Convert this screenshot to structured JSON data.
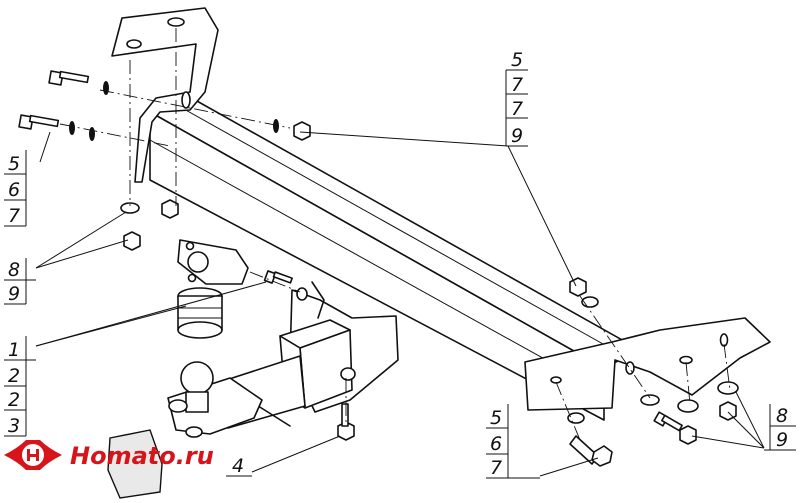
{
  "callouts": {
    "top_right": [
      "5",
      "7",
      "7",
      "9"
    ],
    "top_left": [
      "5",
      "6",
      "7"
    ],
    "mid_left": [
      "8",
      "9"
    ],
    "ball_group": [
      "1",
      "2",
      "2",
      "3"
    ],
    "bolt_bottom": [
      "4"
    ],
    "bottom_center": [
      "5",
      "6",
      "7"
    ],
    "bottom_right": [
      "8",
      "9"
    ]
  },
  "logo": {
    "text": "Homato.ru",
    "color": "#d7141a"
  }
}
